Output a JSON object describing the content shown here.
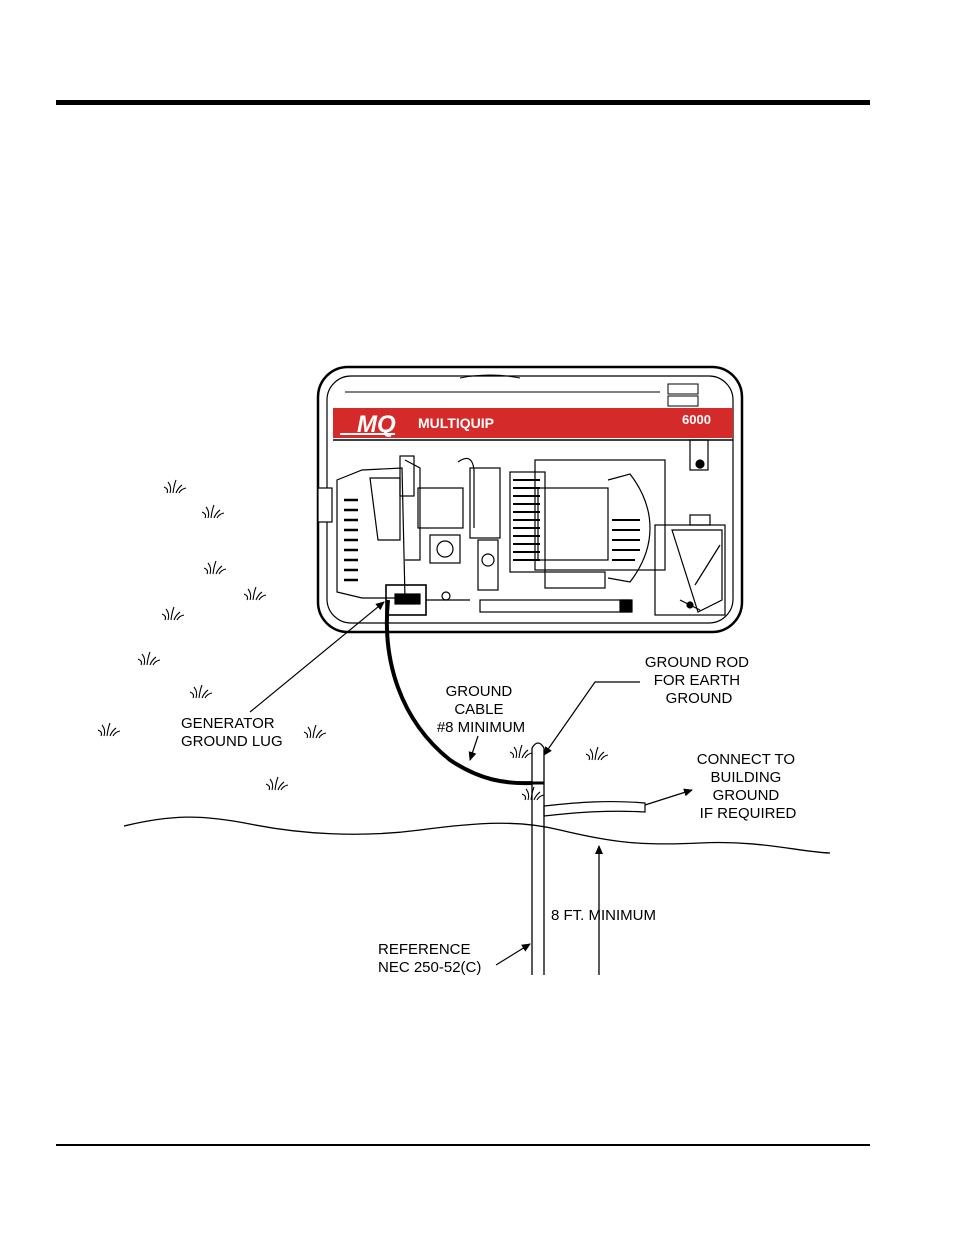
{
  "brand": {
    "logo": "MQ",
    "name": "MULTIQUIP",
    "model": "6000",
    "color": "#d42a2a"
  },
  "labels": {
    "ground_rod": [
      "GROUND ROD",
      "FOR EARTH",
      "GROUND"
    ],
    "ground_cable": [
      "GROUND",
      "CABLE",
      "#8 MINIMUM"
    ],
    "generator_lug": [
      "GENERATOR",
      "GROUND LUG"
    ],
    "connect_building": [
      "CONNECT TO",
      "BUILDING",
      "GROUND",
      "IF REQUIRED"
    ],
    "depth": "8 FT. MINIMUM",
    "reference": [
      "REFERENCE",
      "NEC 250-52(C)"
    ]
  },
  "icons": {
    "grass": "grass-tuft-icon",
    "arrow": "arrow-head-icon"
  }
}
